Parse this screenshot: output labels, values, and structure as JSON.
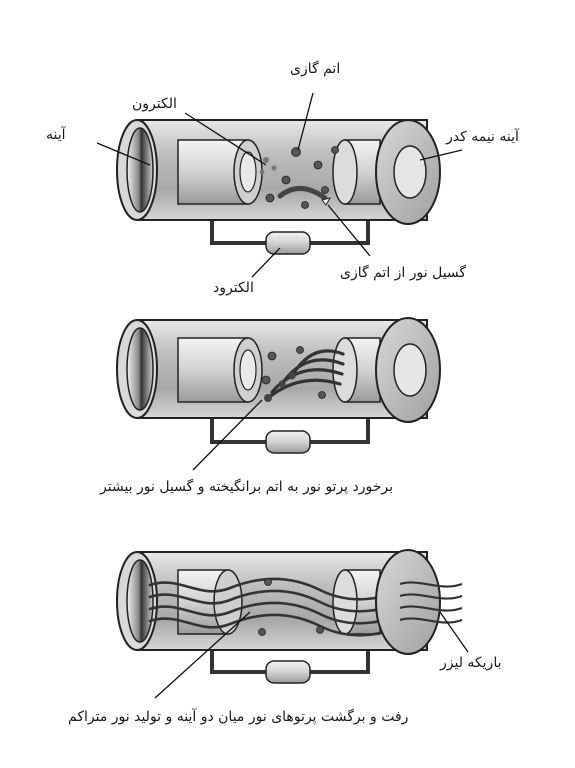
{
  "panel1": {
    "labels": {
      "gas_atom": "اتم گازی",
      "electron": "الکترون",
      "mirror": "آینه",
      "half_mirror": "آینه نیمه کدر",
      "electrode": "الکترود",
      "emission": "گسیل نور از اتم گازی"
    }
  },
  "panel2": {
    "caption": "برخورد پرتو نور به اتم برانگیخته و گسیل نور بیشتر"
  },
  "panel3": {
    "beam_label": "باریکه لیزر",
    "caption": "رفت و برگشت پرتوهای نور میان دو آینه و تولید نور متراکم"
  },
  "colors": {
    "tube_fill": "#cfcfcf",
    "outline": "#222222",
    "text": "#1a1a1a"
  }
}
